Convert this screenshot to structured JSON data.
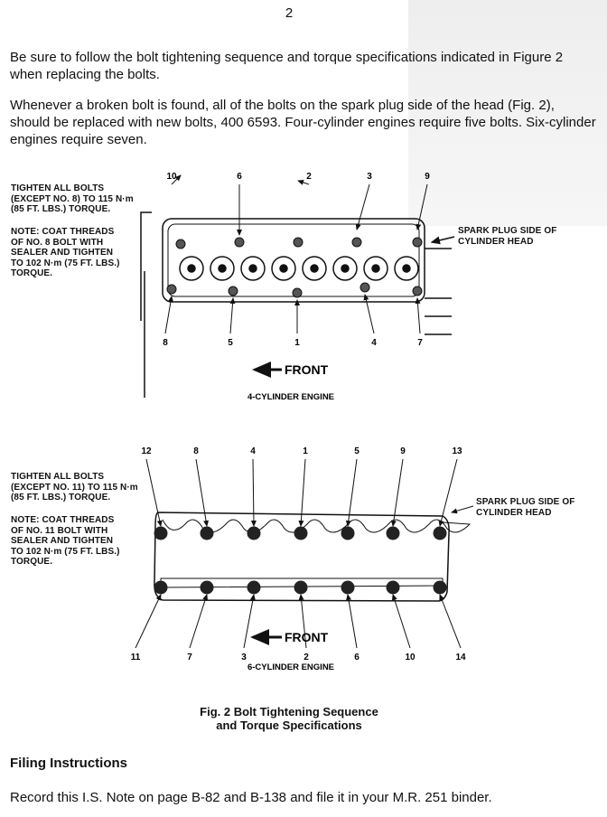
{
  "page_number": "2",
  "paragraphs": [
    "Be sure to follow the bolt tightening sequence and torque specifications indicated in Figure 2 when replacing the bolts.",
    "Whenever a broken bolt is found, all of the bolts on the spark plug side of the head (Fig. 2), should be replaced with new bolts, 400 6593. Four-cylinder engines require five bolts. Six-cylinder engines require seven."
  ],
  "figure": {
    "four_cyl": {
      "tighten_note": [
        "TIGHTEN ALL BOLTS",
        "(EXCEPT NO. 8) TO 115 N·m",
        "(85 FT. LBS.) TORQUE."
      ],
      "coat_note": [
        "NOTE: COAT THREADS",
        "OF NO. 8 BOLT WITH",
        "SEALER AND TIGHTEN",
        "TO 102 N·m (75 FT. LBS.)",
        "TORQUE."
      ],
      "top_bolts": [
        "10",
        "6",
        "2",
        "3",
        "9"
      ],
      "bottom_bolts": [
        "8",
        "5",
        "1",
        "4",
        "7"
      ],
      "spark_label": [
        "SPARK PLUG SIDE OF",
        "CYLINDER HEAD"
      ],
      "front_label": "FRONT",
      "title": "4-CYLINDER ENGINE"
    },
    "six_cyl": {
      "tighten_note": [
        "TIGHTEN ALL BOLTS",
        "(EXCEPT NO. 11) TO 115 N·m",
        "(85 FT. LBS.) TORQUE."
      ],
      "coat_note": [
        "NOTE: COAT THREADS",
        "OF NO. 11 BOLT WITH",
        "SEALER AND TIGHTEN",
        "TO 102 N·m (75 FT. LBS.)",
        "TORQUE."
      ],
      "top_bolts": [
        "12",
        "8",
        "4",
        "1",
        "5",
        "9",
        "13"
      ],
      "bottom_bolts": [
        "11",
        "7",
        "3",
        "2",
        "6",
        "10",
        "14"
      ],
      "spark_label": [
        "SPARK PLUG SIDE OF",
        "CYLINDER HEAD"
      ],
      "front_label": "FRONT",
      "title": "6-CYLINDER ENGINE"
    },
    "caption": [
      "Fig. 2 Bolt Tightening Sequence",
      "and Torque Specifications"
    ]
  },
  "filing": {
    "heading": "Filing Instructions",
    "text": "Record this I.S. Note on page B-82 and B-138 and file it in your M.R. 251 binder."
  }
}
